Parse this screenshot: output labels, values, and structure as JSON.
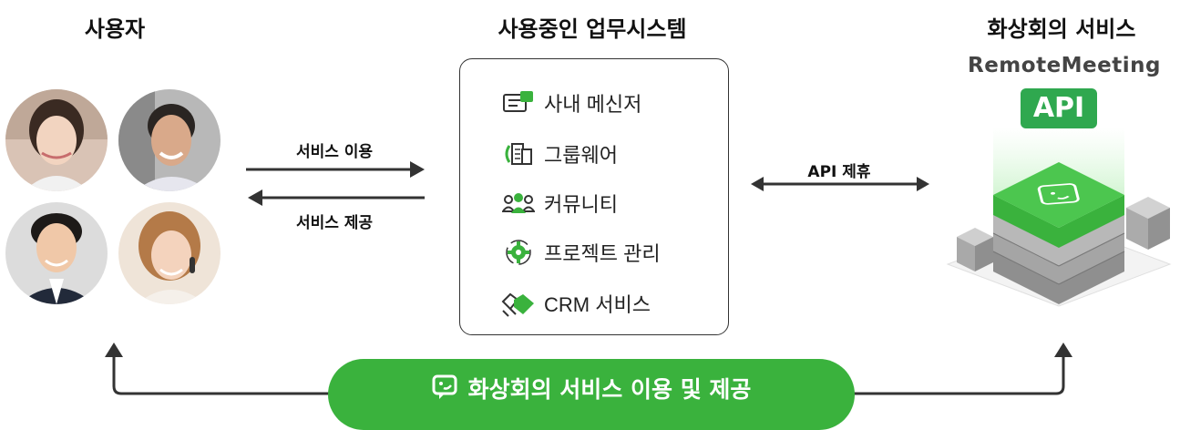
{
  "headings": {
    "users": "사용자",
    "systems": "사용중인 업무시스템",
    "service": "화상회의 서비스"
  },
  "arrows": {
    "use": "서비스 이용",
    "provide": "서비스 제공",
    "api": "API 제휴"
  },
  "systems": [
    {
      "label": "사내 메신저",
      "icon": "messenger-icon"
    },
    {
      "label": "그룹웨어",
      "icon": "groupware-icon"
    },
    {
      "label": "커뮤니티",
      "icon": "community-icon"
    },
    {
      "label": "프로젝트 관리",
      "icon": "project-gear-icon"
    },
    {
      "label": "CRM 서비스",
      "icon": "handshake-icon"
    }
  ],
  "brand": "RemoteMeeting",
  "api_badge": "API",
  "bottom_banner": "화상회의 서비스 이용 및 제공",
  "colors": {
    "accent_green": "#3ab23d",
    "dark_line": "#333333"
  }
}
